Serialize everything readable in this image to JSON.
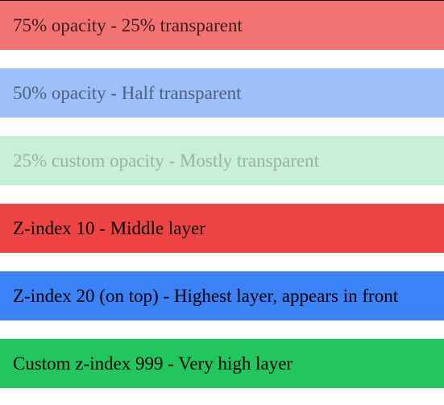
{
  "bars": [
    {
      "label": "75% opacity - 25% transparent",
      "color": "#ef4444",
      "opacity": 0.75
    },
    {
      "label": "50% opacity - Half transparent",
      "color": "#3b82f6",
      "opacity": 0.5
    },
    {
      "label": "25% custom opacity - Mostly transparent",
      "color": "#22c55e",
      "opacity": 0.25
    },
    {
      "label": "Z-index 10 - Middle layer",
      "color": "#ef4444",
      "opacity": 1
    },
    {
      "label": "Z-index 20 (on top) - Highest layer, appears in front",
      "color": "#3b82f6",
      "opacity": 1
    },
    {
      "label": "Custom z-index 999 - Very high layer",
      "color": "#22c55e",
      "opacity": 1
    }
  ]
}
